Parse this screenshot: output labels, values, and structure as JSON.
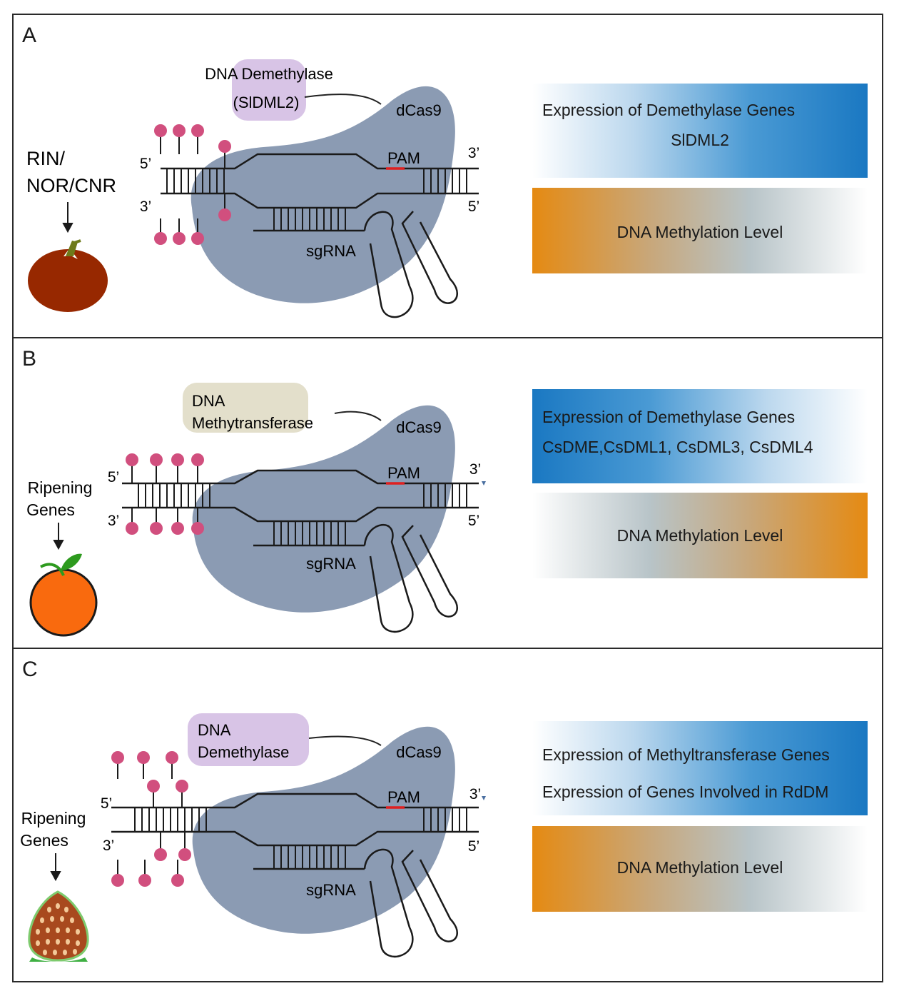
{
  "panels": [
    {
      "letter": "A",
      "enzyme_line1": "DNA Demethylase",
      "enzyme_line2": "(SlDML2)",
      "dcas9": "dCas9",
      "pam": "PAM",
      "five_prime": "5’",
      "three_prime": "3’",
      "sgrna": "sgRNA",
      "gene_line1": "RIN/",
      "gene_line2": "NOR/CNR",
      "bar1_line1": "Expression of Demethylase Genes",
      "bar1_line2": "SlDML2",
      "bar2": "DNA Methylation Level"
    },
    {
      "letter": "B",
      "enzyme_line1": "DNA",
      "enzyme_line2": "Methytransferase",
      "dcas9": "dCas9",
      "pam": "PAM",
      "five_prime": "5’",
      "three_prime": "3’",
      "sgrna": "sgRNA",
      "gene_line1": "Ripening",
      "gene_line2": "Genes",
      "bar1_line1": "Expression of Demethylase Genes",
      "bar1_line2": "CsDME,CsDML1, CsDML3, CsDML4",
      "bar2": "DNA Methylation Level"
    },
    {
      "letter": "C",
      "enzyme_line1": "DNA",
      "enzyme_line2": "Demethylase",
      "dcas9": "dCas9",
      "pam": "PAM",
      "five_prime": "5’",
      "three_prime": "3’",
      "sgrna": "sgRNA",
      "gene_line1": "Ripening",
      "gene_line2": "Genes",
      "bar1_line1": "Expression of Methyltransferase Genes",
      "bar1_line2": "Expression of Genes Involved in RdDM",
      "bar2": "DNA Methylation Level"
    }
  ],
  "colors": {
    "dcas9": "#8b9bb3",
    "methyl": "#d14f7e",
    "pam": "#e02020",
    "demethylase_box": "#d8c4e6",
    "methyltransferase_box": "#e3dfcb",
    "tomato": "#972800",
    "orange": "#f96a0e",
    "strawberry": "#a8491e"
  },
  "icons": [
    "tomato-icon",
    "orange-icon",
    "strawberry-icon"
  ]
}
